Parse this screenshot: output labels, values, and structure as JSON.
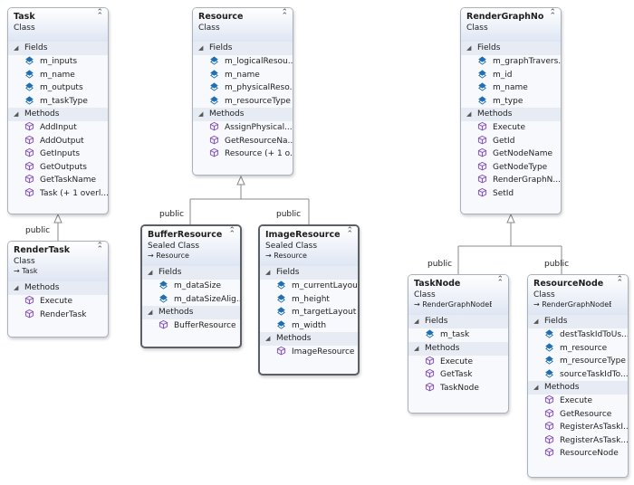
{
  "classes": {
    "task": {
      "name": "Task",
      "kind": "Class",
      "fields_label": "Fields",
      "methods_label": "Methods",
      "fields": [
        "m_inputs",
        "m_name",
        "m_outputs",
        "m_taskType"
      ],
      "methods": [
        "AddInput",
        "AddOutput",
        "GetInputs",
        "GetOutputs",
        "GetTaskName",
        "Task (+ 1 overl..."
      ]
    },
    "resource": {
      "name": "Resource",
      "kind": "Class",
      "fields_label": "Fields",
      "methods_label": "Methods",
      "fields": [
        "m_logicalResou...",
        "m_name",
        "m_physicalReso...",
        "m_resourceType"
      ],
      "methods": [
        "AssignPhysical...",
        "GetResourceNa...",
        "Resource (+ 1 o..."
      ]
    },
    "render_graph_node_base": {
      "name": "RenderGraphNo...",
      "kind": "Class",
      "fields_label": "Fields",
      "methods_label": "Methods",
      "fields": [
        "m_graphTravers...",
        "m_id",
        "m_name",
        "m_type"
      ],
      "methods": [
        "Execute",
        "GetId",
        "GetNodeName",
        "GetNodeType",
        "RenderGraphN...",
        "SetId"
      ]
    },
    "render_task": {
      "name": "RenderTask",
      "kind": "Class",
      "base": "→ Task",
      "methods_label": "Methods",
      "methods": [
        "Execute",
        "RenderTask"
      ]
    },
    "buffer_resource": {
      "name": "BufferResource",
      "kind": "Sealed Class",
      "base": "→ Resource",
      "fields_label": "Fields",
      "methods_label": "Methods",
      "fields": [
        "m_dataSize",
        "m_dataSizeAlig..."
      ],
      "methods": [
        "BufferResource"
      ]
    },
    "image_resource": {
      "name": "ImageResource",
      "kind": "Sealed Class",
      "base": "→ Resource",
      "fields_label": "Fields",
      "methods_label": "Methods",
      "fields": [
        "m_currentLayout",
        "m_height",
        "m_targetLayout",
        "m_width"
      ],
      "methods": [
        "ImageResource"
      ]
    },
    "task_node": {
      "name": "TaskNode",
      "kind": "Class",
      "base": "→ RenderGraphNodeBase",
      "fields_label": "Fields",
      "methods_label": "Methods",
      "fields": [
        "m_task"
      ],
      "methods": [
        "Execute",
        "GetTask",
        "TaskNode"
      ]
    },
    "resource_node": {
      "name": "ResourceNode",
      "kind": "Class",
      "base": "→ RenderGraphNodeBase",
      "fields_label": "Fields",
      "methods_label": "Methods",
      "fields": [
        "destTaskIdToUs...",
        "m_resource",
        "m_resourceType",
        "sourceTaskIdTo..."
      ],
      "methods": [
        "Execute",
        "GetResource",
        "RegisterAsTaskI...",
        "RegisterAsTask...",
        "ResourceNode"
      ]
    }
  },
  "inheritance_labels": {
    "render_task": "public",
    "buffer_resource": "public",
    "image_resource": "public",
    "task_node": "public",
    "resource_node": "public"
  },
  "colors": {
    "field_icon": "#1f6fb5",
    "method_icon": "#7d4fb0",
    "header_gradient_bottom": "#dfe6f3",
    "section_background": "#e6ebf4",
    "border": "#a9b1bc",
    "sealed_border": "#5b5f66"
  },
  "icons": {
    "field": "field-icon",
    "method": "method-cube-icon",
    "collapse": "chevron-up-double-icon",
    "section_toggle": "triangle-down-icon"
  }
}
